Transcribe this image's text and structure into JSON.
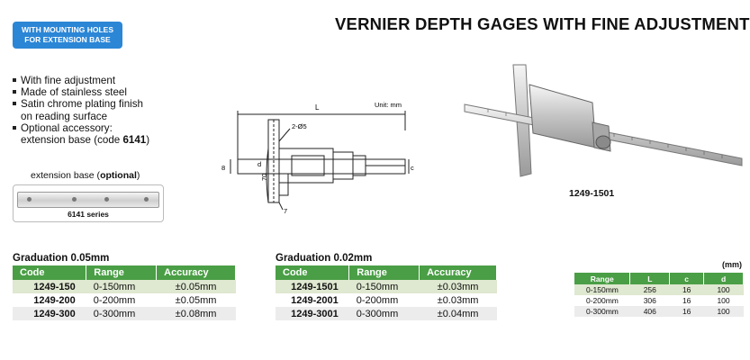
{
  "badge": {
    "line1": "WITH MOUNTING HOLES",
    "line2": "FOR EXTENSION BASE"
  },
  "title": "VERNIER DEPTH GAGES WITH FINE ADJUSTMENT",
  "features": {
    "f1": "With fine adjustment",
    "f2": "Made of stainless steel",
    "f3a": "Satin chrome plating finish",
    "f3b": "on reading surface",
    "f4a": "Optional accessory:",
    "f4b_pre": "extension base (code ",
    "f4b_code": "6141",
    "f4b_post": ")"
  },
  "extension": {
    "caption_pre": "extension base (",
    "caption_bold": "optional",
    "caption_post": ")",
    "series": "6141 series"
  },
  "drawing": {
    "unit": "Unit: mm",
    "L": "L",
    "hole": "2-Ø5",
    "d": "d",
    "c": "c",
    "eight": "8",
    "seventy": "70",
    "seven": "7"
  },
  "product_code": "1249-1501",
  "table1": {
    "title": "Graduation 0.05mm",
    "headers": {
      "code": "Code",
      "range": "Range",
      "accuracy": "Accuracy"
    },
    "rows": [
      {
        "code": "1249-150",
        "range": "0-150mm",
        "accuracy": "±0.05mm"
      },
      {
        "code": "1249-200",
        "range": "0-200mm",
        "accuracy": "±0.05mm"
      },
      {
        "code": "1249-300",
        "range": "0-300mm",
        "accuracy": "±0.08mm"
      }
    ]
  },
  "table2": {
    "title": "Graduation 0.02mm",
    "headers": {
      "code": "Code",
      "range": "Range",
      "accuracy": "Accuracy"
    },
    "rows": [
      {
        "code": "1249-1501",
        "range": "0-150mm",
        "accuracy": "±0.03mm"
      },
      {
        "code": "1249-2001",
        "range": "0-200mm",
        "accuracy": "±0.03mm"
      },
      {
        "code": "1249-3001",
        "range": "0-300mm",
        "accuracy": "±0.04mm"
      }
    ]
  },
  "table3": {
    "unit": "(mm)",
    "headers": {
      "range": "Range",
      "L": "L",
      "c": "c",
      "d": "d"
    },
    "rows": [
      {
        "range": "0-150mm",
        "L": "256",
        "c": "16",
        "d": "100"
      },
      {
        "range": "0-200mm",
        "L": "306",
        "c": "16",
        "d": "100"
      },
      {
        "range": "0-300mm",
        "L": "406",
        "c": "16",
        "d": "100"
      }
    ]
  }
}
